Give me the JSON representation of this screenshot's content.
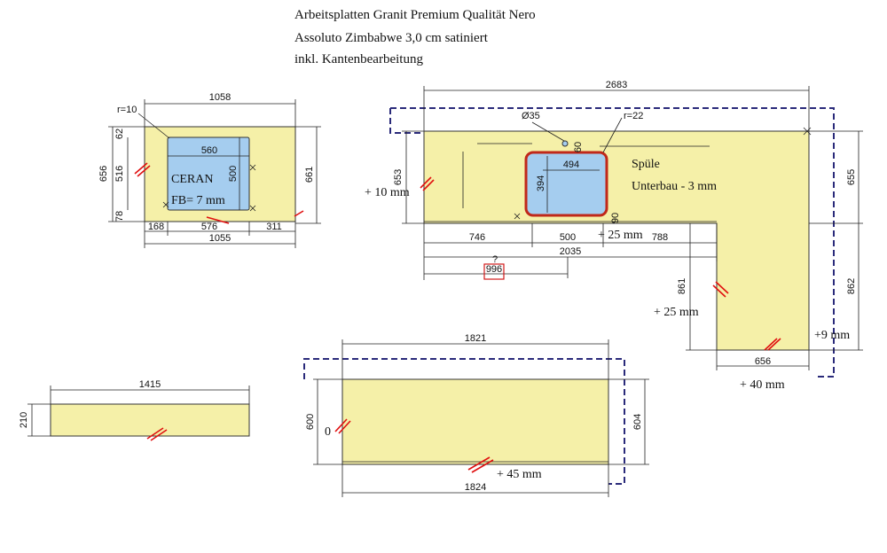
{
  "title": {
    "line1": "Arbeitsplatten Granit Premium Qualität Nero",
    "line2": "Assoluto Zimbabwe 3,0 cm satiniert",
    "line3": "inkl. Kantenbearbeitung"
  },
  "colors": {
    "slab_fill": "#f5f0a8",
    "cutout_fill": "#a5cdef",
    "cut_outline": "#2a2a7a",
    "edge_mark": "#e01010"
  },
  "plate1": {
    "top_width": "1058",
    "bottom_width": "1055",
    "radius": "r=10",
    "cutout_width": "560",
    "cutout_height": "500",
    "height_left": "656",
    "height_inner": "516",
    "height_top_small": "62",
    "height_bottom_small": "78",
    "height_right": "661",
    "seg_left": "168",
    "seg_mid": "576",
    "seg_right": "311",
    "cutout_label": "CERAN",
    "fb_label": "FB= 7 mm"
  },
  "plate2": {
    "top_width": "2683",
    "radius": "r=22",
    "hole": "Ø35",
    "sink_width": "494",
    "sink_height": "394",
    "sink_small": "60",
    "sink_bottom_small": "90",
    "height_left": "653",
    "height_right": "655",
    "leg_height_right": "862",
    "leg_height_left": "861",
    "seg_a": "746",
    "seg_b": "500",
    "seg_c": "788",
    "total": "2035",
    "unknown": "?",
    "boxed": "996",
    "leg_width": "656",
    "sink_label": "Spüle",
    "under_label": "Unterbau - 3 mm",
    "plus10": "+ 10 mm",
    "plus25a": "+ 25 mm",
    "plus25b": "+ 25 mm",
    "plus9": "+9 mm",
    "plus40": "+ 40 mm"
  },
  "plate3": {
    "width": "1415",
    "height": "210"
  },
  "plate4": {
    "top_width": "1821",
    "bottom_width": "1824",
    "height_left": "600",
    "height_right": "604",
    "zero": "0",
    "plus45": "+ 45 mm"
  }
}
